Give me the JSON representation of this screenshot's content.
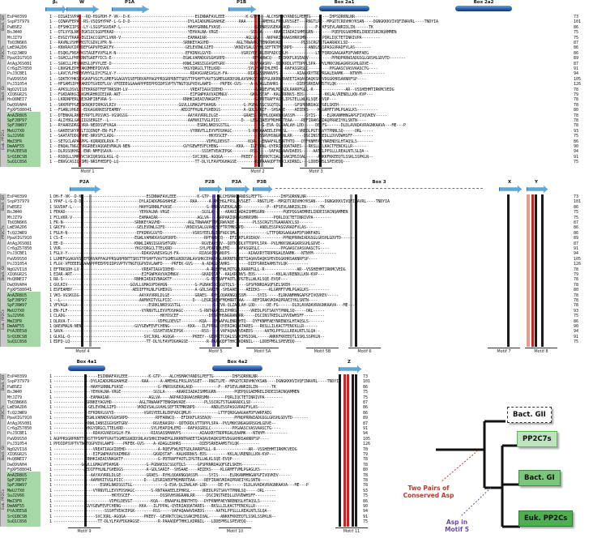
{
  "figure": {
    "panel1": {
      "structure": [
        {
          "label": "β₁",
          "kind": "arrow"
        },
        {
          "label": "W",
          "kind": "arrow"
        },
        {
          "label": "P1A",
          "kind": "arrow"
        },
        {
          "label": "P1B",
          "kind": "arrow"
        },
        {
          "label": "Box 2a1",
          "kind": "cyl"
        },
        {
          "label": "Box 2a2",
          "kind": "cyl"
        }
      ],
      "group_labels": [
        "Bact. GII",
        "PP2C7s",
        "Bact. GI",
        "Euk. PP2Cs"
      ],
      "sequences": [
        {
          "name": "EsP40399",
          "start": "1",
          "seq": "--DIGAISVPA---RQ-HSGPDH-F-VK--D-K----------------------------ESINNAFAVLEEE---------K-GTP----ALCHSMAKYANDSLPEFTG--------IHPSQRKNLNR----------",
          "end": "73"
        },
        {
          "name": "SspP37979",
          "start": "1",
          "seq": "--QINAVFEPA--RS-VSQSHYPAF-L-G-D-D-------------------------DYLAIADGMGGHAHGE------RAA-----A-AMEHGLFRSLRVSGET---RNGTLPE--MPGDTCRDVHKYKSAN----DGNGKKKVIVQFINAVRL----TNDYIA",
          "end": "101"
        },
        {
          "name": "PaBSE2",
          "start": "1",
          "seq": "--EFSHKIIPS--LY-LSGSFSGVDAF-L-----------------------------HAHYGRNNLFVASE---------------G-PNRSVGEKALAQD-----------P--KFSEVLANRIDLIN------TK",
          "end": "86"
        },
        {
          "name": "BsJW40",
          "start": "1",
          "seq": "--QTLVYQLNK-EGKSICSGDFEKAD--------------------------------YEHVALNA-VRGE--------------SGSLA-----ARARIIADAISHMSGRN--------PQEPQGSAEMRELIRDEISRCNQAMMEN",
          "end": "75"
        },
        {
          "name": "MtJZ79",
          "start": "1",
          "seq": "--EVGIYTRAR-EGIIACCGDFCLVKR-V-----------------------------EAMAAIAR-----------------AGLVA----ARPARIQRAASHRRSMN-------PQRLIQCTETINRIVPA--------",
          "end": "75"
        },
        {
          "name": "TbQ3N6K6",
          "start": "1",
          "seq": "--RAVNLVSHMPKSTCGDVLVFR-N-------------------------------SRNKEYAGVHD------------AGLTRWAAKFTENKRWVADE--------PLSSCRGTSTGAARADCLSD------",
          "end": "87"
        },
        {
          "name": "LmE9A2D6",
          "start": "1",
          "seq": "--KNVRAVCDPHDEFGAPVPEGRCFV-------------------------------GELEVDWLGIFD---------VKNIVSALGVAHLSEFTRTMNSNPD-------ANDLESSPASGVRADFVLAS-------",
          "end": "86"
        },
        {
          "name": "TcQ2JWR9",
          "start": "1",
          "seq": "--ESQKLFNSHPKSTAGEFVVFGLH-N------------------------------EFKDNVLGVYD-------------VGRSYEELRLERFADCQMLH------------LTTFQRDGAAGAAFDFVWRFAEG",
          "end": "86"
        },
        {
          "name": "PpaXIG7910",
          "start": "1",
          "seq": "--SGHCLLPHPKRNTGAEFYICS-E-------------------------------EGWLVAMADGVGGHSRPD------------RPFARWCQ---EFIKKFLRSEAQV----------PPNQPRRWIADGSGLGRSHLGDVTD-------",
          "end": "89"
        },
        {
          "name": "AtAgJ6S081",
          "start": "1",
          "seq": "--SGKCLLPEVNKEGLQFVYLEE-D-------------------------------KNWLIANSIGGVGHTGRV-----------RGVEAASRV--QDTKRDLVTTDPPLSPA--PVLMKKSNGAGKRSGHLGDVE--",
          "end": "87"
        },
        {
          "name": "Cr6gZ57850",
          "start": "1",
          "seq": "--LNVGHLEPHTAKQMMEPIKVVR--------------------------------YKGYQRGCLTTELKRD------------SYLPEAPIHLEMI---RAFASGRSLC---------PPGAASCVASVAASCTG----",
          "end": "91"
        },
        {
          "name": "PsJ3CBE1",
          "start": "1",
          "seq": "--LAVCYLPHPEKVHYGLDYCFGLV-Y--------------------------------RDAVGVAEGVGLH-FA---------RIASASSMANVPS--------AIAAXRYTRDPRGALEAAMK---NTNYM----------",
          "end": "94"
        },
        {
          "name": "PaVD9S50",
          "start": "1",
          "seq": "--SDKTKYHKSRVGKAFVGCFLGMEFGGAGVVSSEFDRVAPPAGPPRSGRPRNTTSRSTTPSHPTVAVTSGMEGGKDDSNLAVSHKCEHAEPGLRKRNTRAEETIAQAVDAQKSPEVDGGKHRSAKNRFSP----",
          "end": "105"
        },
        {
          "name": "PsJ31054",
          "start": "1",
          "seq": "--HFSAMSIPHPAKEDTGVEEFLGV-VFEEEEGGAAAPPPEEPPDIDPSVPTVTNGTQGPVDVLAWFD----PRFEK-GVS----A-ADAGLEAHRS--------DIEPSRKEAAMSTVLQK---------",
          "end": "126"
        },
        {
          "name": "NgO2VI18",
          "start": "1",
          "seq": "--APKSLDSVLSSTEKRGDTFEFTRKSDH-LV---------------------------VREATIAGVIDEHD--------------A-RQEVFWLMITGDLRARRFGLL-R--------------AR--VSSHEHMTIRKMCVEDG",
          "end": "78"
        },
        {
          "name": "XIQ6GR2S",
          "start": "1",
          "seq": "--FGKDARKGILKGMGRHKQIEIAR-ART------------------------------EIFGWPKAVVAIMNGV----------GKADSTAF--KALKRRNVS-EDS---------KKLALVRENDLLKN-KVP---",
          "end": "79"
        },
        {
          "name": "HsQ8NEI7",
          "start": "1",
          "seq": "--LKRDNPERLNE3GNFIBFVRA-S-------------------------------RNHKIAEAIVNAGKTF---------------G-PDTRAFFAOTLIPGTELLWLKLSQE-EVQP---",
          "end": "78"
        },
        {
          "name": "DwQ9VAH4",
          "start": "1",
          "seq": "--SKKPRFPGERSKNQKPIRHGVLRIV---------------------------GGVLLGMAGVFDAHGN------------G-PGBAKSSCSGQTQLS-----GPSPRNRDAGQFGELSKEH-----------",
          "end": "78"
        },
        {
          "name": "FgXP588041",
          "start": "1",
          "seq": "--FSANLVHGEL-EDGAGKRKESFEAMBY--------------------------AEDIFFHLNLFGHEDGS----------A-GDLSARIF--SHSAAE----AEIEKS----KLGRMFTVMLPGAGLKS---------",
          "end": "80"
        },
        {
          "name": "AnAZR8U5",
          "start": "1",
          "seq": "--DTENKALRKBEYRPTLPDSVKS-VGSKGSG--------------------------AAYAVVRRLDLGE-----------GRAES--RYHLQQAKNGQASSM-----SYIS-----ELRKANMHNGAPGFIVQVKEV-----",
          "end": "78"
        },
        {
          "name": "SpFJ8P97",
          "start": "1",
          "seq": "--ALIYBGLGALIIGSERGIF--L----------------------------------AAMVKITVGLPIIC---------D---LEGRIAEDFMQHRRTEAA----REFIRAKVKDAQPRAEIYKLSNTN----",
          "end": "78"
        },
        {
          "name": "SpFJ8W97",
          "start": "1",
          "seq": "--RYAARSDRGLVRA-NEDDSVFVAGA-----------------------------------ESRKLNKDSGSTGL--------------G-EVA-QLZAALAH-LDD-----DE-FG------DLDLAVADAVRAGNKAAVA---ME---P",
          "end": "78"
        },
        {
          "name": "MeUJ7X0",
          "start": "1",
          "seq": "--GAKEESKYRYLTIQINQF-EN-FLF--------------------------------VYRNVTLLEVVFDSHAGC-------S-RNTAAAEELEPHRSL-----VREDLPGTSAVYTPNNLSQ-----ORL-----",
          "end": "93"
        },
        {
          "name": "SuJ2V66",
          "start": "1",
          "seq": "--SAATATDDGPVHE-NRVSFCLADG-----------------------------------------HKYDSCEF-------------DSSRVHSNGRANLRR-----DSCINSTREDLLDVVDWHSFF---------",
          "end": "75"
        },
        {
          "name": "MmZ3FR",
          "start": "1",
          "seq": "--SETGCLAPAAPPG-KQRRDDLRVA-T--------------------------------------VDFKLDEVGT--------KQA---ENAAFALENRTHTQ---DYFKNMFAEYNRENDSLHTAQSLS-------",
          "end": "86"
        },
        {
          "name": "DmAAF55",
          "start": "1",
          "seq": "--ENQALTNGCTVRGRBEVAQQAEVMALN-NEN-----------------------GVYGEWFEVFCHENG--------KKA---ILFPPAL-QYERIAQQATARES---RKSLLILKACTFENCKLLR------",
          "end": "90"
        },
        {
          "name": "PtAJEES8",
          "start": "1",
          "seq": "--DLRSSQKHGL-ENR-NMFQSAVA---------------------------------------SSSHTVEACEPGK--------RSS-----VAFAQAAAVDAEDS-----AATKLPPSLLLREALNTLSLQA--",
          "end": "94"
        },
        {
          "name": "SrQ1BCSB",
          "start": "1",
          "seq": "--RSDQLLSMRVVCSKIQRSKGLKGL-Q--------------------------------SVCJQRL-AGQGA--------PKEEY--GEVRKTCQALSSAKIMSIOAL-----ANKKFKKEEQTLSSKLSSPKLN--",
          "end": "91"
        },
        {
          "name": "SuQ1C8S6",
          "start": "1",
          "seq": "--ENVGCASIQ-SMQ-NRSFHEDFQ-LQ---------------------------------TT-DLYLFAVFDGHAGSE--------R-PAAAQDFTHHCLKDRNIL---LDDEPMSLSPEVEQQ---",
          "end": "75"
        }
      ],
      "motifs": [
        "Motif 1",
        "Motif 2",
        "Motif 3"
      ]
    },
    "panel2": {
      "structure": [
        {
          "label": "P2A",
          "kind": "arrow"
        },
        {
          "label": "P2B",
          "kind": "arrow"
        },
        {
          "label": "P3A",
          "kind": "arrow"
        },
        {
          "label": "P3B",
          "kind": "arrow"
        },
        {
          "label": "Box 3",
          "kind": "loop"
        },
        {
          "label": "X",
          "kind": "arrow"
        },
        {
          "label": "Y",
          "kind": "arrow"
        }
      ],
      "motifs": [
        "Motif 4",
        "Motif 5",
        "Motif 5A",
        "Motif 5B",
        "Motif 6",
        "Motif 7",
        "Motif 8"
      ]
    },
    "panel3": {
      "structure": [
        {
          "label": "Box 4a1",
          "kind": "cyl"
        },
        {
          "label": "Box 4a2",
          "kind": "cyl"
        },
        {
          "label": "Z",
          "kind": "arrow"
        }
      ],
      "motifs": [
        "Motif 9",
        "Motif 10",
        "Motif 11"
      ]
    },
    "tree": {
      "leaves": [
        "Bact. GII",
        "PP2C7s",
        "Bact. GI",
        "Euk. PP2Cs"
      ],
      "annotation_red": "Two Pairs of\nConserved Asp",
      "annotation_purple": "Asp in\nMotif 5"
    },
    "colors": {
      "conserved_red": "#d61f1f",
      "conserved_black": "#1a1a1a",
      "motif5_purple": "#6a4aa8",
      "group_green": "#5cb85c",
      "strand_blue": "#5fa6d9",
      "helix_blue": "#1f4f9c"
    }
  }
}
